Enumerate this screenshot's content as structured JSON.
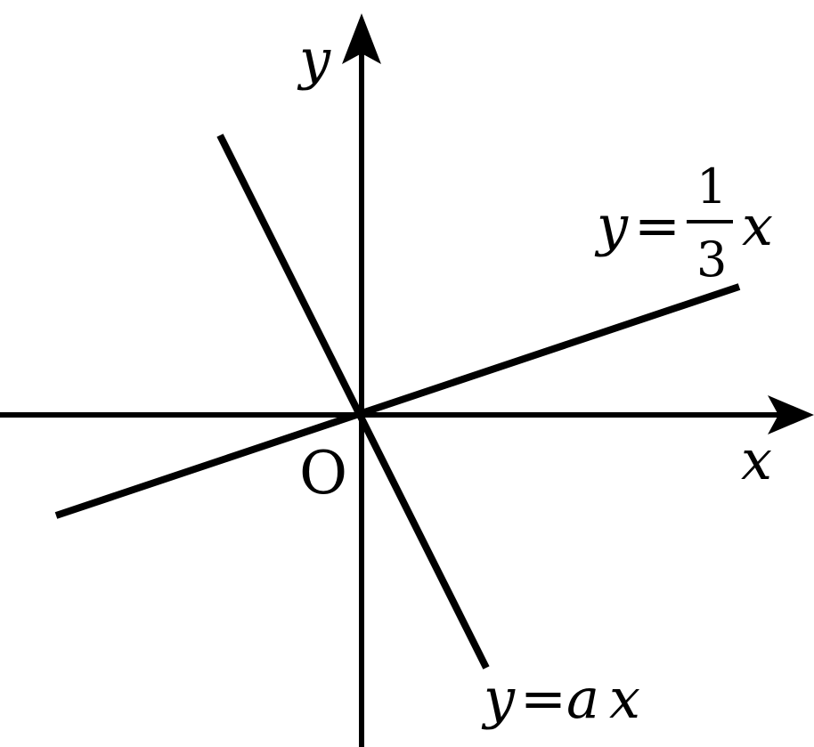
{
  "axes": {
    "x_label": "x",
    "y_label": "y",
    "origin_label": "O"
  },
  "lines": [
    {
      "equation_lhs": "y",
      "equals": "=",
      "coefficient_numerator": "1",
      "coefficient_denominator": "3",
      "variable": "x",
      "slope": 0.3333
    },
    {
      "equation_lhs": "y",
      "equals": "=",
      "coefficient": "a",
      "variable": "x",
      "slope": -2
    }
  ]
}
